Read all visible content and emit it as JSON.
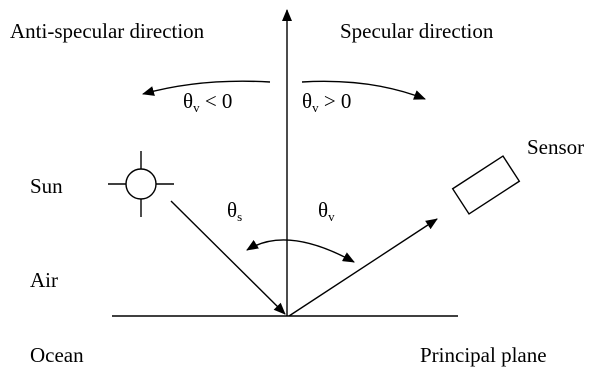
{
  "labels": {
    "anti_specular_direction": "Anti-specular direction",
    "specular_direction": "Specular direction",
    "theta_v_negative": {
      "base": "θ",
      "sub": "v",
      "rel": " < 0"
    },
    "theta_v_positive": {
      "base": "θ",
      "sub": "v",
      "rel": " > 0"
    },
    "sun": "Sun",
    "sensor": "Sensor",
    "theta_s": {
      "base": "θ",
      "sub": "s"
    },
    "theta_v": {
      "base": "θ",
      "sub": "v"
    },
    "air": "Air",
    "ocean": "Ocean",
    "principal_plane": "Principal plane"
  },
  "colors": {
    "ink": "#000000",
    "background": "#ffffff"
  }
}
